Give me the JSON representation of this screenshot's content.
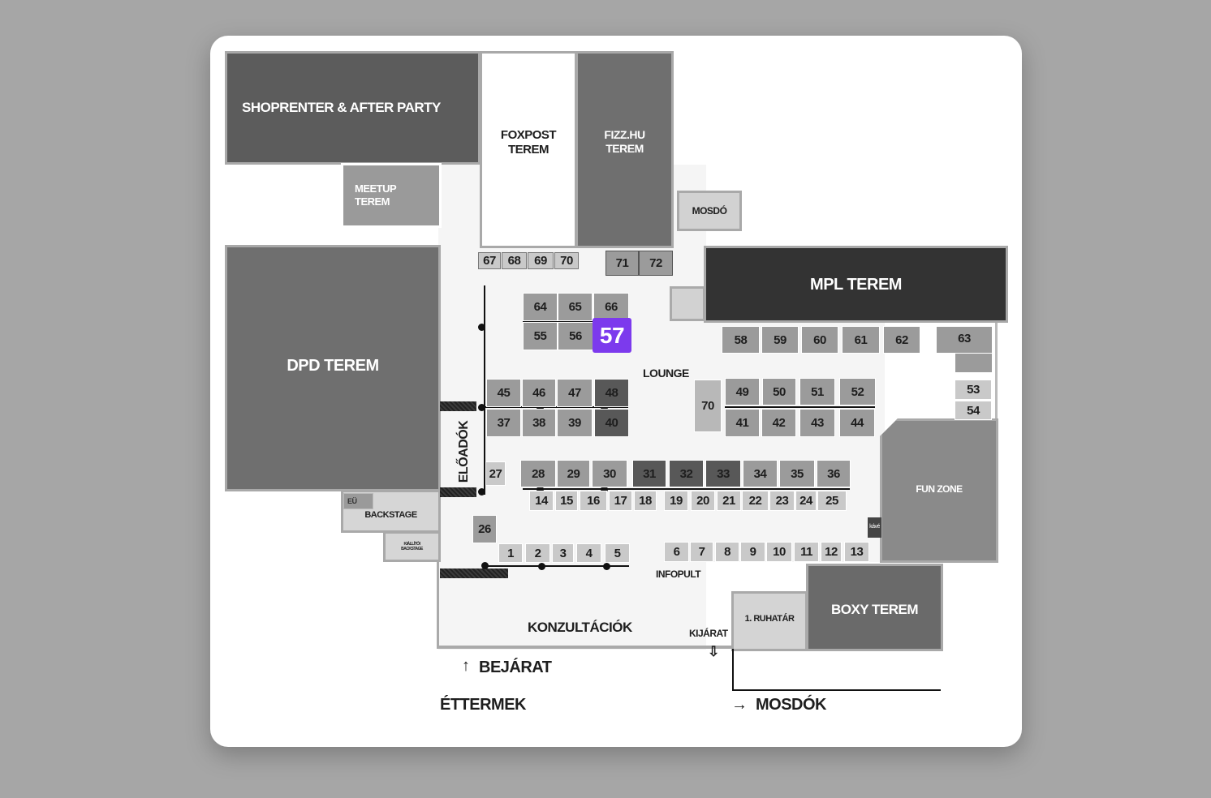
{
  "colors": {
    "highlight": "#7c3aed",
    "light": "#c9c9c9",
    "mid": "#9b9b9b",
    "dark": "#585858",
    "mpl": "#333333"
  },
  "rooms": {
    "shoprenter": "SHOPRENTER & AFTER PARTY",
    "foxpost_1": "FOXPOST",
    "foxpost_2": "TEREM",
    "fizz_1": "FIZZ.HU",
    "fizz_2": "TEREM",
    "meetup_1": "MEETUP",
    "meetup_2": "TEREM",
    "mosdo": "MOSDÓ",
    "dpd": "DPD TEREM",
    "mpl": "MPL TEREM",
    "fun_zone": "FUN ZONE",
    "kave": "kávé",
    "eu": "EÜ",
    "backstage": "BACKSTAGE",
    "kiallitoi_1": "KIÁLLÍTÓI",
    "kiallitoi_2": "BACKSTAGE",
    "boxy": "BOXY TEREM",
    "ruhatar": "1. RUHATÁR"
  },
  "labels": {
    "lounge": "LOUNGE",
    "eloadok": "ELŐADÓK",
    "infopult": "INFOPULT",
    "konzultaciok": "KONZULTÁCIÓK",
    "kijarat": "KIJÁRAT",
    "bejarat": "BEJÁRAT",
    "ettermek": "ÉTTERMEK",
    "mosdok": "MOSDÓK",
    "arrow_up": "↑",
    "arrow_right": "→",
    "arrow_down": "⇩"
  },
  "booths": [
    {
      "label": "67",
      "tone": "lightb"
    },
    {
      "label": "68",
      "tone": "lightb"
    },
    {
      "label": "69",
      "tone": "lightb"
    },
    {
      "label": "70",
      "tone": "lightb"
    },
    {
      "label": "71",
      "tone": "midb"
    },
    {
      "label": "72",
      "tone": "midb"
    },
    {
      "label": "64",
      "tone": "mid"
    },
    {
      "label": "65",
      "tone": "mid"
    },
    {
      "label": "66",
      "tone": "mid"
    },
    {
      "label": "55",
      "tone": "mid"
    },
    {
      "label": "56",
      "tone": "mid"
    },
    {
      "label": "57",
      "tone": "highlight"
    },
    {
      "label": "58",
      "tone": "mid"
    },
    {
      "label": "59",
      "tone": "mid"
    },
    {
      "label": "60",
      "tone": "mid"
    },
    {
      "label": "61",
      "tone": "mid"
    },
    {
      "label": "62",
      "tone": "mid"
    },
    {
      "label": "63",
      "tone": "mid"
    },
    {
      "label": "53",
      "tone": "light"
    },
    {
      "label": "54",
      "tone": "light"
    },
    {
      "label": "45",
      "tone": "mid"
    },
    {
      "label": "46",
      "tone": "mid"
    },
    {
      "label": "47",
      "tone": "mid"
    },
    {
      "label": "48",
      "tone": "dark"
    },
    {
      "label": "37",
      "tone": "mid"
    },
    {
      "label": "38",
      "tone": "mid"
    },
    {
      "label": "39",
      "tone": "mid"
    },
    {
      "label": "40",
      "tone": "dark"
    },
    {
      "label": "70 ",
      "tone": "dotted"
    },
    {
      "label": "49",
      "tone": "mid"
    },
    {
      "label": "50",
      "tone": "mid"
    },
    {
      "label": "51",
      "tone": "mid"
    },
    {
      "label": "52",
      "tone": "mid"
    },
    {
      "label": "41",
      "tone": "mid"
    },
    {
      "label": "42",
      "tone": "mid"
    },
    {
      "label": "43",
      "tone": "mid"
    },
    {
      "label": "44",
      "tone": "mid"
    },
    {
      "label": "27",
      "tone": "light"
    },
    {
      "label": "28",
      "tone": "mid"
    },
    {
      "label": "29",
      "tone": "mid"
    },
    {
      "label": "30",
      "tone": "mid"
    },
    {
      "label": "31",
      "tone": "dark"
    },
    {
      "label": "32",
      "tone": "dark"
    },
    {
      "label": "33",
      "tone": "dark"
    },
    {
      "label": "34",
      "tone": "mid"
    },
    {
      "label": "35",
      "tone": "mid"
    },
    {
      "label": "36",
      "tone": "mid"
    },
    {
      "label": "14",
      "tone": "light"
    },
    {
      "label": "15",
      "tone": "light"
    },
    {
      "label": "16",
      "tone": "light"
    },
    {
      "label": "17",
      "tone": "light"
    },
    {
      "label": "18",
      "tone": "light"
    },
    {
      "label": "19",
      "tone": "light"
    },
    {
      "label": "20",
      "tone": "light"
    },
    {
      "label": "21",
      "tone": "light"
    },
    {
      "label": "22",
      "tone": "light"
    },
    {
      "label": "23",
      "tone": "light"
    },
    {
      "label": "24",
      "tone": "light"
    },
    {
      "label": "25",
      "tone": "light"
    },
    {
      "label": "26",
      "tone": "mid"
    },
    {
      "label": "1",
      "tone": "light"
    },
    {
      "label": "2",
      "tone": "light"
    },
    {
      "label": "3",
      "tone": "light"
    },
    {
      "label": "4",
      "tone": "light"
    },
    {
      "label": "5",
      "tone": "light"
    },
    {
      "label": "6",
      "tone": "light"
    },
    {
      "label": "7",
      "tone": "light"
    },
    {
      "label": "8",
      "tone": "light"
    },
    {
      "label": "9",
      "tone": "light"
    },
    {
      "label": "10",
      "tone": "light"
    },
    {
      "label": "11",
      "tone": "light"
    },
    {
      "label": "12",
      "tone": "light"
    },
    {
      "label": "13",
      "tone": "light"
    }
  ]
}
